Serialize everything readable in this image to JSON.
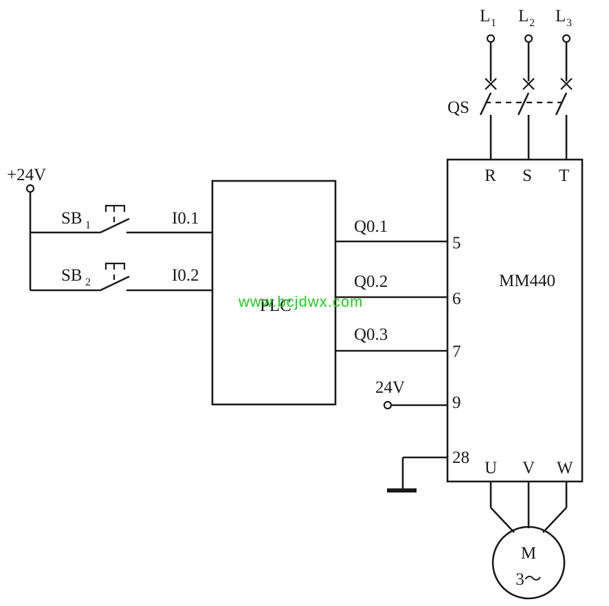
{
  "power": {
    "phases": [
      {
        "base": "L",
        "sub": "1"
      },
      {
        "base": "L",
        "sub": "2"
      },
      {
        "base": "L",
        "sub": "3"
      }
    ],
    "isolator_label": "QS"
  },
  "supply": {
    "plus24_label": "+24V",
    "aux24_label": "24V"
  },
  "buttons": [
    {
      "base": "SB",
      "sub": "1",
      "input": "I0.1"
    },
    {
      "base": "SB",
      "sub": "2",
      "input": "I0.2"
    }
  ],
  "plc": {
    "label": "PLC",
    "outputs": [
      "Q0.1",
      "Q0.2",
      "Q0.3"
    ]
  },
  "inverter": {
    "label": "MM440",
    "input_terminals": [
      "R",
      "S",
      "T"
    ],
    "control_terminals": [
      "5",
      "6",
      "7",
      "9",
      "28"
    ],
    "output_terminals": [
      "U",
      "V",
      "W"
    ]
  },
  "motor": {
    "letter": "M",
    "phase_label": "3～"
  },
  "watermark": "www.bcjdwx.com"
}
